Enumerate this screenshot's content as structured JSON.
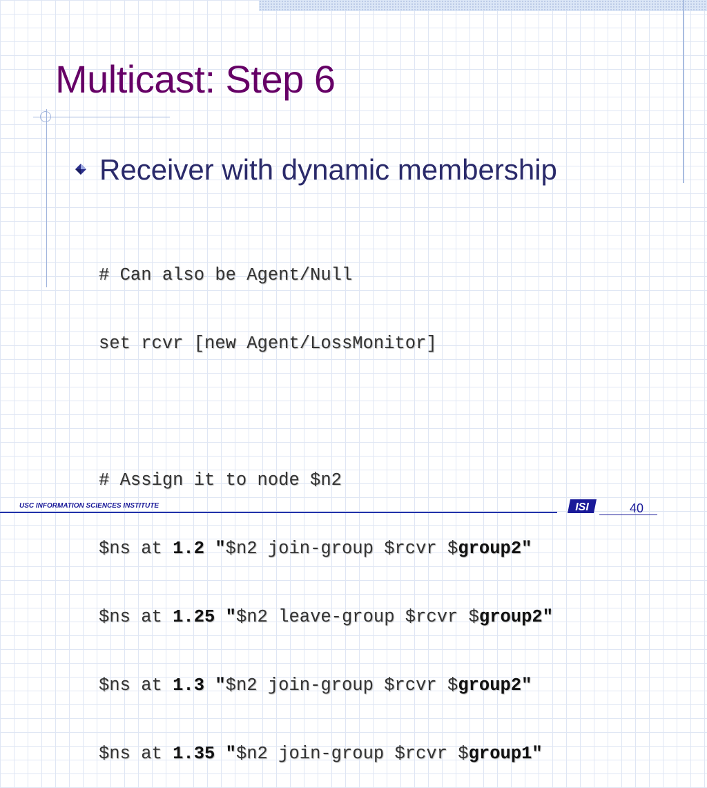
{
  "slide": {
    "title": "Multicast: Step 6",
    "bullet": "Receiver with dynamic membership",
    "code": {
      "comment1": "# Can also be Agent/Null",
      "line1": "set rcvr [new Agent/LossMonitor]",
      "comment2": "# Assign it to node $n2",
      "events": [
        {
          "prefix": "$ns at ",
          "time": "1.2",
          "cmd_start": " \"",
          "cmd": "$n2 join-group $rcvr $",
          "group": "group2\""
        },
        {
          "prefix": "$ns at ",
          "time": "1.25",
          "cmd_start": " \"",
          "cmd": "$n2 leave-group $rcvr $",
          "group": "group2\""
        },
        {
          "prefix": "$ns at ",
          "time": "1.3",
          "cmd_start": " \"",
          "cmd": "$n2 join-group $rcvr $",
          "group": "group2\""
        },
        {
          "prefix": "$ns at ",
          "time": "1.35",
          "cmd_start": " \"",
          "cmd": "$n2 join-group $rcvr $",
          "group": "group1\""
        }
      ]
    }
  },
  "footer": {
    "institute": "USC  INFORMATION SCIENCES INSTITUTE",
    "logo_text": "ISI",
    "page_number": "40"
  },
  "colors": {
    "title": "#660066",
    "bullet_text": "#2a2a6a",
    "footer": "#1a1a99",
    "grid": "#dfe6f4"
  },
  "icons": {
    "bullet": "diamond-bullet-icon",
    "logo": "isi-logo-icon"
  }
}
